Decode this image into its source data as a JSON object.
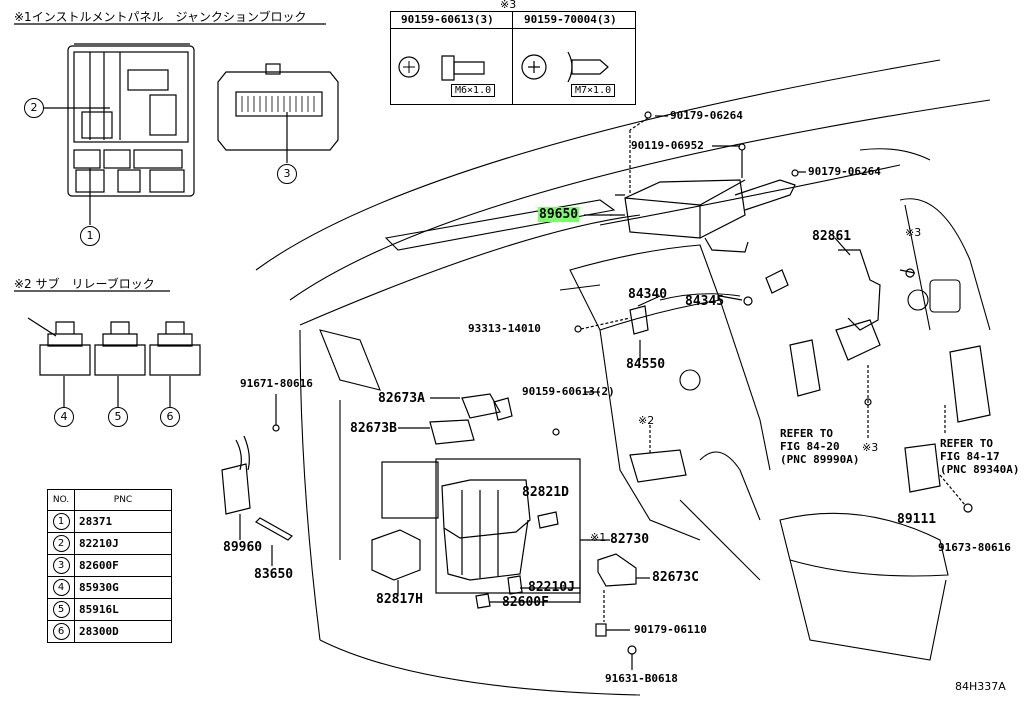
{
  "headings": {
    "instrument_panel_jb": "※1インストルメントパネル　ジャンクションブロック",
    "sub_relay_block": "※2 サブ　リレーブロック"
  },
  "bolt_box": {
    "note": "※3",
    "left_part": "90159-60613(3)",
    "left_size": "M6×1.0",
    "right_part": "90159-70004(3)",
    "right_size": "M7×1.0"
  },
  "pnc_table": {
    "col_no": "NO.",
    "col_pnc": "PNC",
    "rows": [
      {
        "no": "1",
        "pnc": "28371"
      },
      {
        "no": "2",
        "pnc": "82210J"
      },
      {
        "no": "3",
        "pnc": "82600F"
      },
      {
        "no": "4",
        "pnc": "85930G"
      },
      {
        "no": "5",
        "pnc": "85916L"
      },
      {
        "no": "6",
        "pnc": "28300D"
      }
    ]
  },
  "callouts": {
    "c1": "1",
    "c2": "2",
    "c3": "3",
    "c4": "4",
    "c5": "5",
    "c6": "6"
  },
  "labels": {
    "p90179_06264_top": "90179-06264",
    "p90119_06952": "90119-06952",
    "p90179_06264_right": "90179-06264",
    "p89650": "89650",
    "p82861": "82861",
    "note3_a": "※3",
    "p84340": "84340",
    "p84345": "84345",
    "p93313_14010": "93313-14010",
    "p84550": "84550",
    "p91671_80616": "91671-80616",
    "p82673a": "82673A",
    "p90159_60613_2": "90159-60613(2)",
    "p82673b": "82673B",
    "note2": "※2",
    "refer1_l1": "REFER TO",
    "refer1_l2": "FIG 84-20",
    "refer1_l3": "(PNC 89990A)",
    "note3_b": "※3",
    "refer2_l1": "REFER TO",
    "refer2_l2": "FIG 84-17",
    "refer2_l3": "(PNC 89340A)",
    "p82821d": "82821D",
    "note1": "※1",
    "p82730": "82730",
    "p89960": "89960",
    "p89111": "89111",
    "p83650": "83650",
    "p82817h": "82817H",
    "p82210j": "82210J",
    "p82600f": "82600F",
    "p82673c": "82673C",
    "p91673_80616": "91673-80616",
    "p90179_06110": "90179-06110",
    "p91631_b0618": "91631-B0618",
    "fig_code": "84H337A"
  },
  "colors": {
    "highlight": "#7CFC6A",
    "line": "#000000"
  }
}
